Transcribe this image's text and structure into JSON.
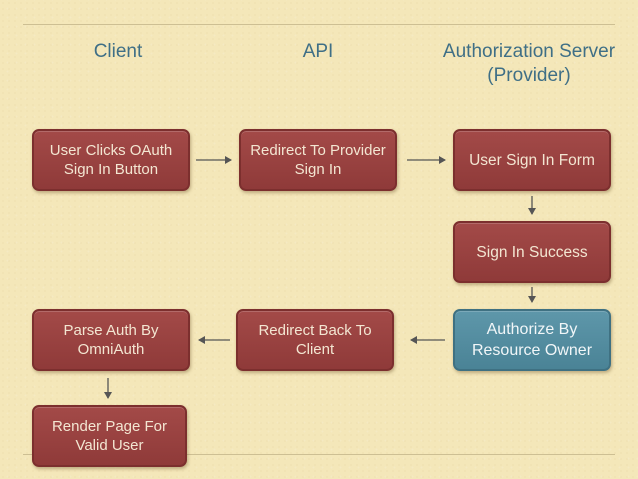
{
  "headers": {
    "client": "Client",
    "api": "API",
    "auth_server_line1": "Authorization Server",
    "auth_server_line2": "(Provider)"
  },
  "nodes": {
    "user_clicks": {
      "line1": "User Clicks OAuth",
      "line2": "Sign In Button"
    },
    "redirect_provider": {
      "line1": "Redirect To Provider",
      "line2": "Sign In"
    },
    "sign_in_form": {
      "line1": "User Sign In Form"
    },
    "sign_in_success": {
      "line1": "Sign In Success"
    },
    "authorize": {
      "line1": "Authorize By",
      "line2": "Resource Owner"
    },
    "redirect_back": {
      "line1": "Redirect Back To",
      "line2": "Client"
    },
    "parse_auth": {
      "line1": "Parse Auth By",
      "line2": "OmniAuth"
    },
    "render_page": {
      "line1": "Render Page For",
      "line2": "Valid User"
    }
  },
  "colors": {
    "background": "#f4e7b9",
    "header_text": "#3f6f86",
    "step_box": "#9a4341",
    "highlight_box": "#5a93a6",
    "box_text": "#f3e6d2",
    "arrow": "#555555"
  }
}
